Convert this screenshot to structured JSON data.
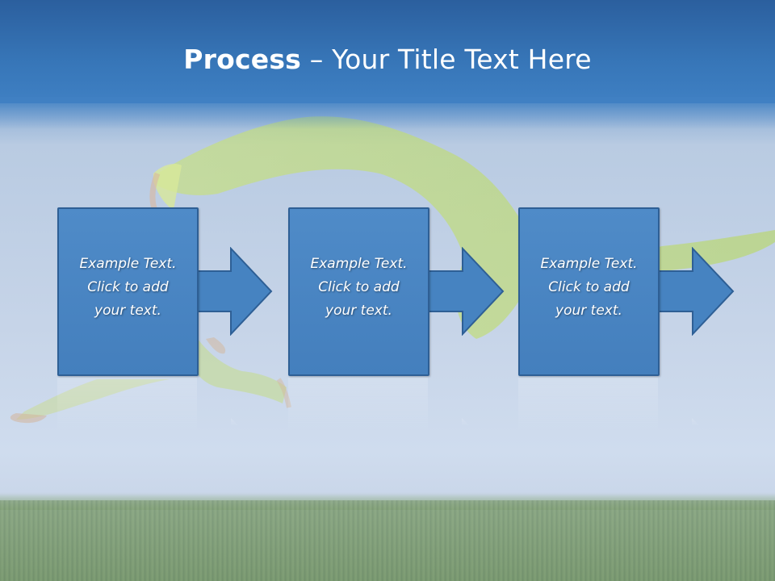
{
  "slide": {
    "title_bold": "Process",
    "title_rest": " – Your Title Text Here"
  },
  "steps": [
    {
      "text": "Example Text.\nClick  to add\nyour text."
    },
    {
      "text": "Example Text.\nClick  to add\nyour text."
    },
    {
      "text": "Example Text.\nClick  to add\nyour text."
    }
  ],
  "colors": {
    "box_fill": "#4a86c4",
    "box_border": "#2e5f95",
    "header": "#3776b8"
  }
}
